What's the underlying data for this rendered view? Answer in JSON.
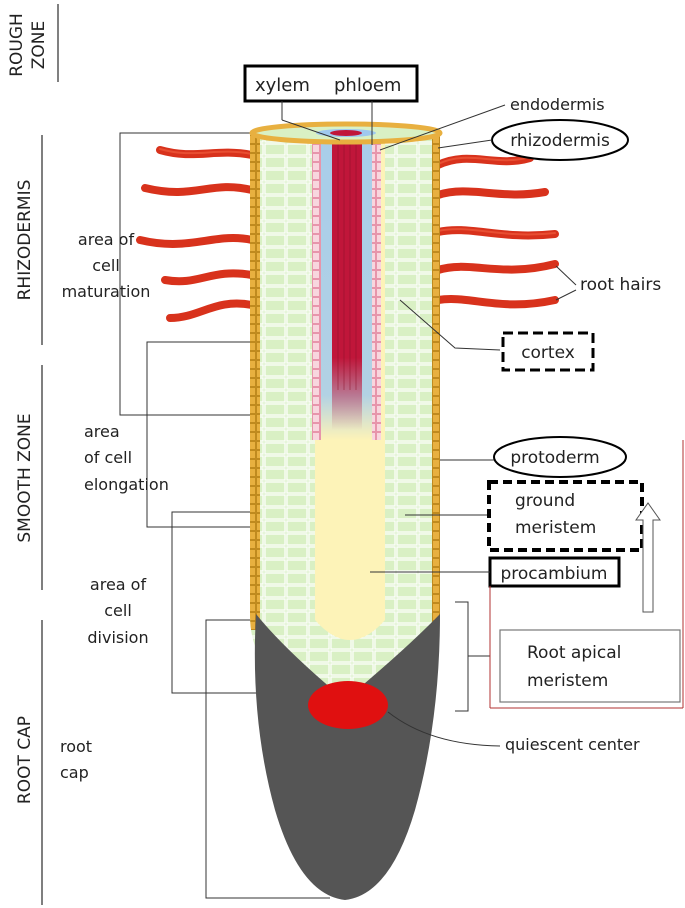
{
  "zones": {
    "rough": [
      "ROUGH",
      "ZONE"
    ],
    "rhizodermis": "RHIZODERMIS",
    "smooth": "SMOOTH ZONE",
    "root_cap": "ROOT CAP"
  },
  "areas": {
    "maturation": [
      "area of",
      "cell",
      "maturation"
    ],
    "elongation": [
      "area",
      "of cell",
      "elongation"
    ],
    "division": [
      "area of",
      "cell",
      "division"
    ],
    "root_cap": [
      "root",
      "cap"
    ]
  },
  "labels": {
    "xylem": "xylem",
    "phloem": "phloem",
    "endodermis": "endodermis",
    "rhizodermis": "rhizodermis",
    "root_hairs": "root hairs",
    "cortex": "cortex",
    "protoderm": "protoderm",
    "ground_meristem": [
      "ground",
      "meristem"
    ],
    "procambium": "procambium",
    "root_apical_meristem": [
      "Root apical",
      "meristem"
    ],
    "quiescent_center": "quiescent center"
  },
  "colors": {
    "root_hair": "#d8321c",
    "epidermis": "#e8b040",
    "cortex": "#d9f0c4",
    "stele": "#fdf3b8",
    "xylem": "#c0163a",
    "endodermis": "#f3b6c6",
    "vascular_glow": "#9fc9ef",
    "root_cap": "#555555",
    "quiescent": "#e01010"
  }
}
